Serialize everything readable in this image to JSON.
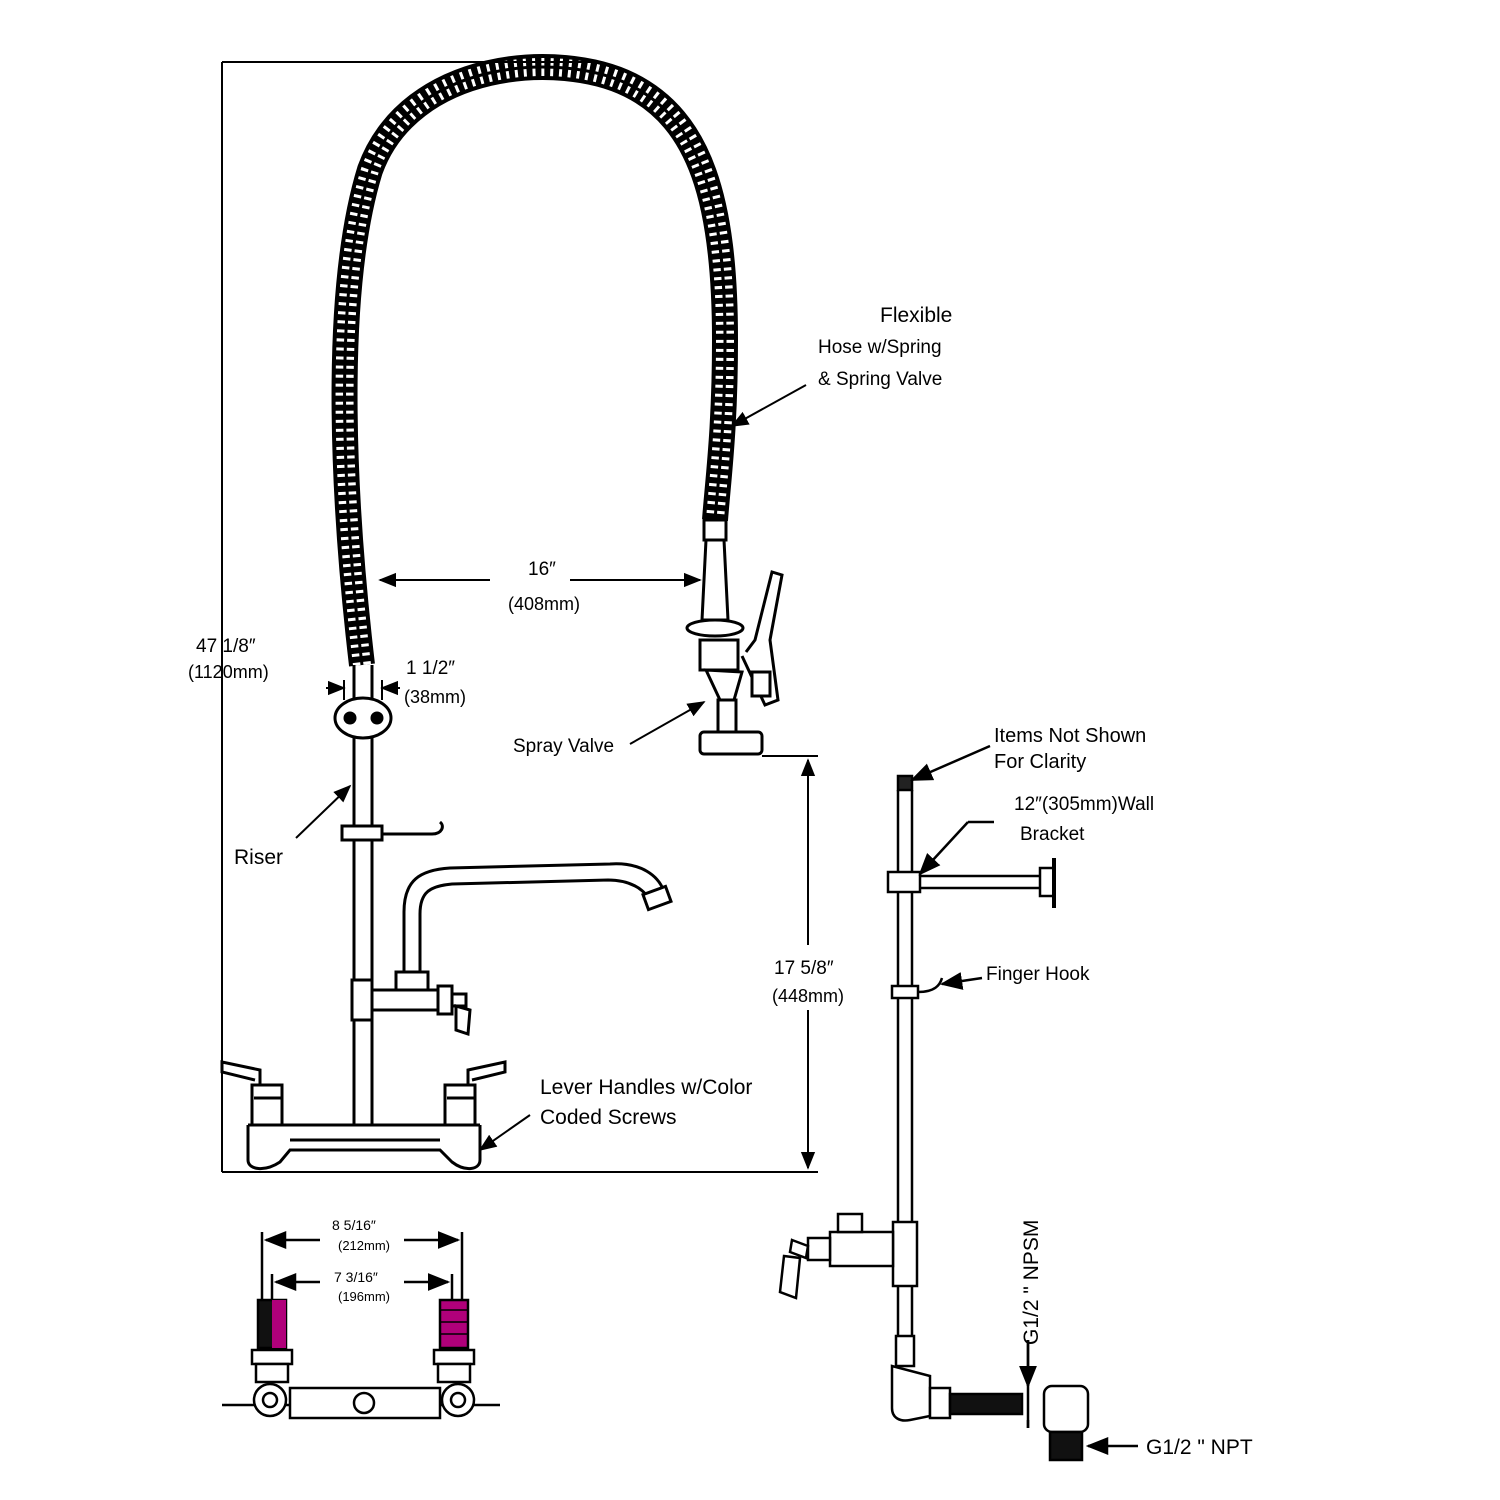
{
  "labels": {
    "flexible": "Flexible",
    "hose_line1": "Hose w/Spring",
    "hose_line2": "& Spring Valve",
    "spray_valve": "Spray Valve",
    "riser": "Riser",
    "lever_line1": "Lever Handles w/Color",
    "lever_line2": "Coded Screws",
    "items_line1": "Items Not Shown",
    "items_line2": "For Clarity",
    "bracket_line1": "12″(305mm)Wall",
    "bracket_line2": "Bracket",
    "finger_hook": "Finger Hook",
    "npsm": "G1/2 \" NPSM",
    "npt": "G1/2 \" NPT"
  },
  "dimensions": {
    "overall_height": "47 1/8″",
    "overall_height_mm": "(1120mm)",
    "reach": "16″",
    "reach_mm": "(408mm)",
    "riser_dia": "1 1/2″",
    "riser_dia_mm": "(38mm)",
    "valve_height": "17 5/8″",
    "valve_height_mm": "(448mm)",
    "outer_centers": "8 5/16″",
    "outer_centers_mm": "(212mm)",
    "inner_centers": "7 3/16″",
    "inner_centers_mm": "(196mm)"
  },
  "colors": {
    "line": "#000000",
    "screw_accent": "#b0007a"
  }
}
